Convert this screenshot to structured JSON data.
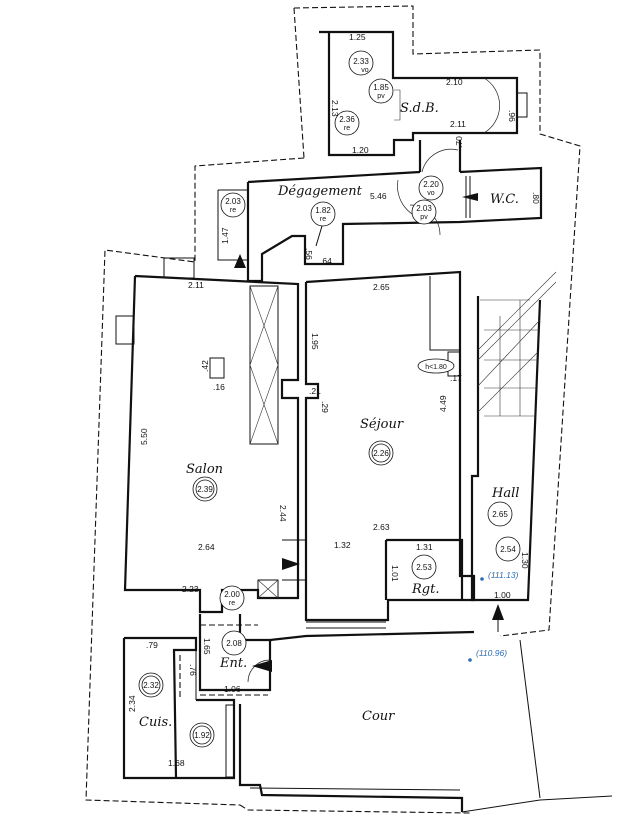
{
  "rooms": {
    "sdb": "S.d.B.",
    "degagement": "Dégagement",
    "wc": "W.C.",
    "salon": "Salon",
    "sejour": "Séjour",
    "hall": "Hall",
    "rgt": "Rgt.",
    "ent": "Ent.",
    "cuis": "Cuis.",
    "cour": "Cour"
  },
  "heights": {
    "sdb_vo": {
      "value": "2.33",
      "tag": "vo"
    },
    "sdb_re": {
      "value": "2.36",
      "tag": "re"
    },
    "sdb_pv": {
      "value": "1.85",
      "tag": "pv"
    },
    "deg_re_left": {
      "value": "2.03",
      "tag": "re"
    },
    "deg_re_mid": {
      "value": "1.82",
      "tag": "re"
    },
    "deg_vo": {
      "value": "2.20",
      "tag": "vo"
    },
    "deg_pv": {
      "value": "2.03",
      "tag": "pv"
    },
    "salon": {
      "value": "2.39",
      "tag": ""
    },
    "sejour": {
      "value": "2.26",
      "tag": ""
    },
    "hall_top": {
      "value": "2.65",
      "tag": ""
    },
    "hall_bottom": {
      "value": "2.54",
      "tag": ""
    },
    "rgt": {
      "value": "2.53",
      "tag": ""
    },
    "salon_re": {
      "value": "2.00",
      "tag": "re"
    },
    "ent": {
      "value": "2.08",
      "tag": ""
    },
    "cuis_top": {
      "value": "2.32",
      "tag": ""
    },
    "cuis_bottom": {
      "value": "1.92",
      "tag": ""
    },
    "sejour_note": "h<1.80"
  },
  "dimensions": {
    "sdb_top": "1.25",
    "sdb_right_top": "2.10",
    "sdb_left": "2.13",
    "sdb_right_side": ".96",
    "sdb_right_bottom": "2.11",
    "sdb_bottom": "1.20",
    "corridor": ".70",
    "deg_length": "5.46",
    "wc_width": ".80",
    "deg_left": "1.47",
    "deg_small": ".56",
    "deg_bottom": ".64",
    "salon_top": "2.11",
    "salon_small_h": ".42",
    "salon_small_w": ".16",
    "salon_height": "5.50",
    "salon_right": "2.44",
    "salon_width": "2.64",
    "salon_bottom": "2.23",
    "sejour_top": "2.65",
    "sejour_left": "1.95",
    "sejour_wall_a": ".21",
    "sejour_wall_b": ".29",
    "sejour_right": "4.49",
    "sejour_small": ".17",
    "sejour_width": "2.63",
    "sejour_bottom": "1.32",
    "rgt_width": "1.31",
    "rgt_height": "1.01",
    "hall_right": "1.30",
    "hall_bottom": "1.00",
    "ent_side": "1.65",
    "ent_small": ".76",
    "ent_bottom": "1.06",
    "cuis_top": ".79",
    "cuis_height": "2.34",
    "cuis_bottom": "1.68"
  },
  "elevations": {
    "hall": "(111.13)",
    "cour": "(110.96)"
  }
}
